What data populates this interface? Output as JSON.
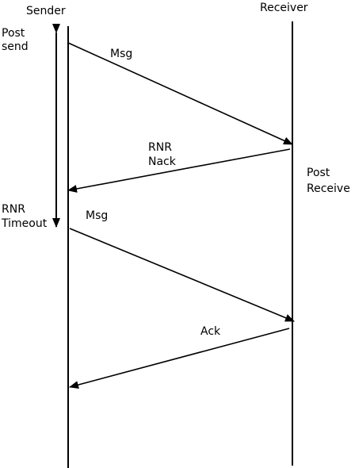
{
  "colors": {
    "ink": "#000000",
    "background": "#ffffff"
  },
  "participants": {
    "sender": "Sender",
    "receiver": "Receiver"
  },
  "events": {
    "post_send_line1": "Post",
    "post_send_line2": "send",
    "post_receive_line1": "Post",
    "post_receive_line2": "Receive",
    "rnr_timeout_line1": "RNR",
    "rnr_timeout_line2": "Timeout"
  },
  "messages": [
    {
      "label_lines": [
        "Msg"
      ],
      "from": "sender",
      "to": "receiver"
    },
    {
      "label_lines": [
        "RNR",
        "Nack"
      ],
      "from": "receiver",
      "to": "sender"
    },
    {
      "label_lines": [
        "Msg"
      ],
      "from": "sender",
      "to": "receiver"
    },
    {
      "label_lines": [
        "Ack"
      ],
      "from": "receiver",
      "to": "sender"
    }
  ]
}
